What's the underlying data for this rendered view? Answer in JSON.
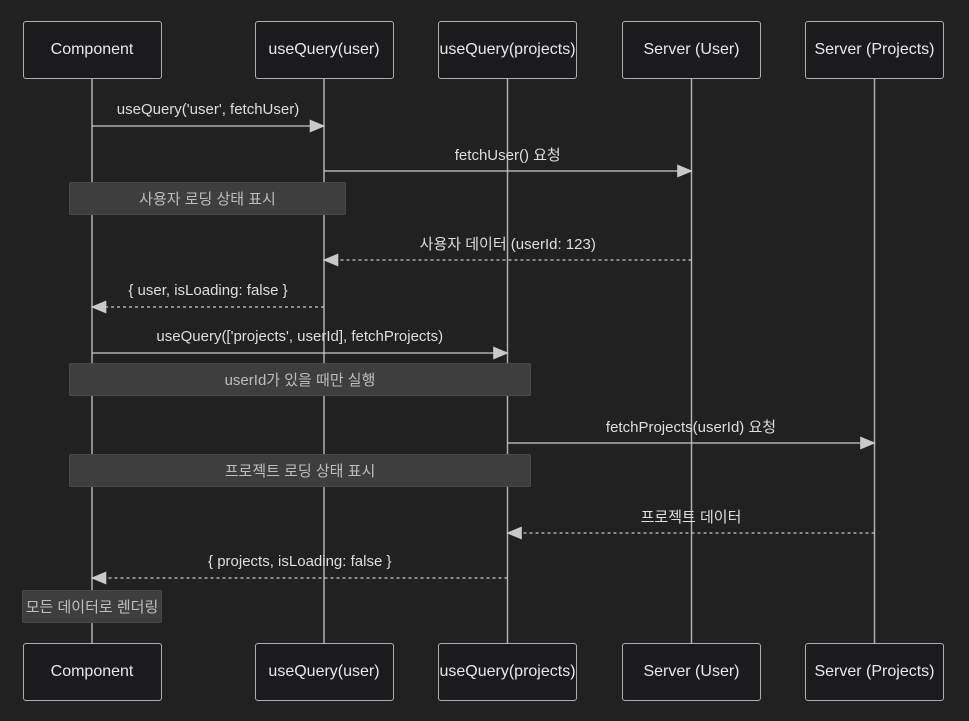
{
  "diagram": {
    "kind": "sequence-diagram",
    "actors": [
      {
        "label": "Component"
      },
      {
        "label": "useQuery(user)"
      },
      {
        "label": "useQuery(projects)"
      },
      {
        "label": "Server (User)"
      },
      {
        "label": "Server (Projects)"
      }
    ],
    "messages": [
      {
        "from": 0,
        "to": 1,
        "style": "solid",
        "label": "useQuery('user', fetchUser)"
      },
      {
        "from": 1,
        "to": 3,
        "style": "solid",
        "label": "fetchUser() 요청"
      },
      {
        "from": 3,
        "to": 1,
        "style": "dashed",
        "label": "사용자 데이터 (userId: 123)"
      },
      {
        "from": 1,
        "to": 0,
        "style": "dashed",
        "label": "{ user, isLoading: false }"
      },
      {
        "from": 0,
        "to": 2,
        "style": "solid",
        "label": "useQuery(['projects', userId], fetchProjects)"
      },
      {
        "from": 2,
        "to": 4,
        "style": "solid",
        "label": "fetchProjects(userId) 요청"
      },
      {
        "from": 4,
        "to": 2,
        "style": "dashed",
        "label": "프로젝트 데이터"
      },
      {
        "from": 2,
        "to": 0,
        "style": "dashed",
        "label": "{ projects, isLoading: false }"
      }
    ],
    "notes": [
      {
        "label": "사용자 로딩 상태 표시",
        "over": [
          0,
          1
        ]
      },
      {
        "label": "userId가 있을 때만 실행",
        "over": [
          0,
          2
        ]
      },
      {
        "label": "프로젝트 로딩 상태 표시",
        "over": [
          0,
          2
        ]
      },
      {
        "label": "모든 데이터로 렌더링",
        "over": [
          0
        ]
      }
    ],
    "colors": {
      "background": "#212121",
      "actor_fill": "#1b1b1d",
      "actor_border": "#aeaeae",
      "note_fill": "#3e3e3e",
      "line": "#c9c9c9",
      "lifeline": "#b0b0b0",
      "message_text": "#dedede",
      "note_text": "#bdbdbd"
    }
  }
}
